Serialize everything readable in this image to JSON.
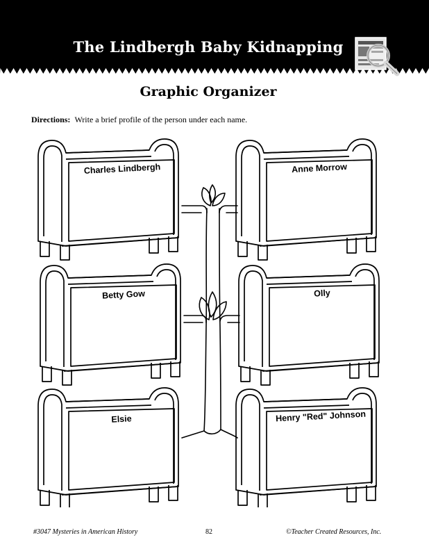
{
  "header": {
    "title": "The Lindbergh Baby Kidnapping",
    "badge_icon": "wanted-poster-magnifier-icon",
    "background_color": "#000000"
  },
  "page_title": "Graphic Organizer",
  "directions": {
    "label": "Directions:",
    "text": "Write a brief profile of the person under each name."
  },
  "people": [
    {
      "name": "Charles Lindbergh"
    },
    {
      "name": "Anne Morrow"
    },
    {
      "name": "Betty Gow"
    },
    {
      "name": "Olly"
    },
    {
      "name": "Elsie"
    },
    {
      "name": "Henry \"Red\" Johnson"
    }
  ],
  "footer": {
    "left": "#3047 Mysteries in American History",
    "page_number": "82",
    "right": "©Teacher Created Resources, Inc."
  }
}
